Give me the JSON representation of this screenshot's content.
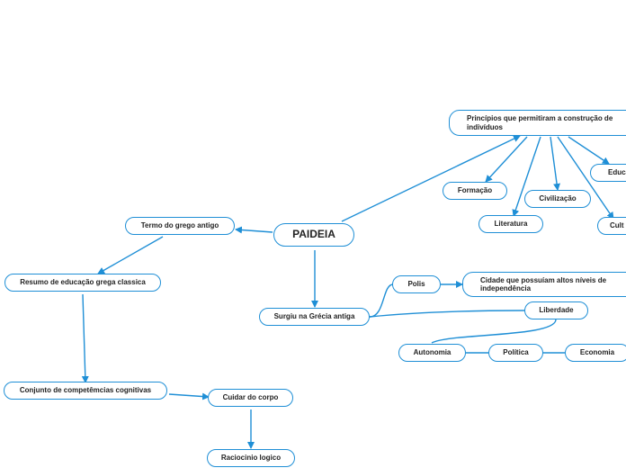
{
  "diagram": {
    "central": "PAIDEIA",
    "principles": "Princípios que permitiram a construção de indivíduos",
    "formacao": "Formação",
    "civilizacao": "Civilização",
    "literatura": "Literatura",
    "educa": "Educa",
    "cult": "Cult",
    "termo": "Termo do grego antigo",
    "resumo": "Resumo de educação grega classica",
    "conjunto": "Conjunto de competêmcias cognitivas",
    "cuidar": "Cuidar do corpo",
    "raciocinio": "Raciocinio logico",
    "surgiu": "Surgiu na Grécia antiga",
    "polis": "Polis",
    "cidade": "Cidade que possuíam altos níveis de independência",
    "liberdade": "Liberdade",
    "autonomia": "Autonomia",
    "politica": "Política",
    "economia": "Economia"
  },
  "colors": {
    "line": "#1f8fd6",
    "text": "#222222"
  }
}
